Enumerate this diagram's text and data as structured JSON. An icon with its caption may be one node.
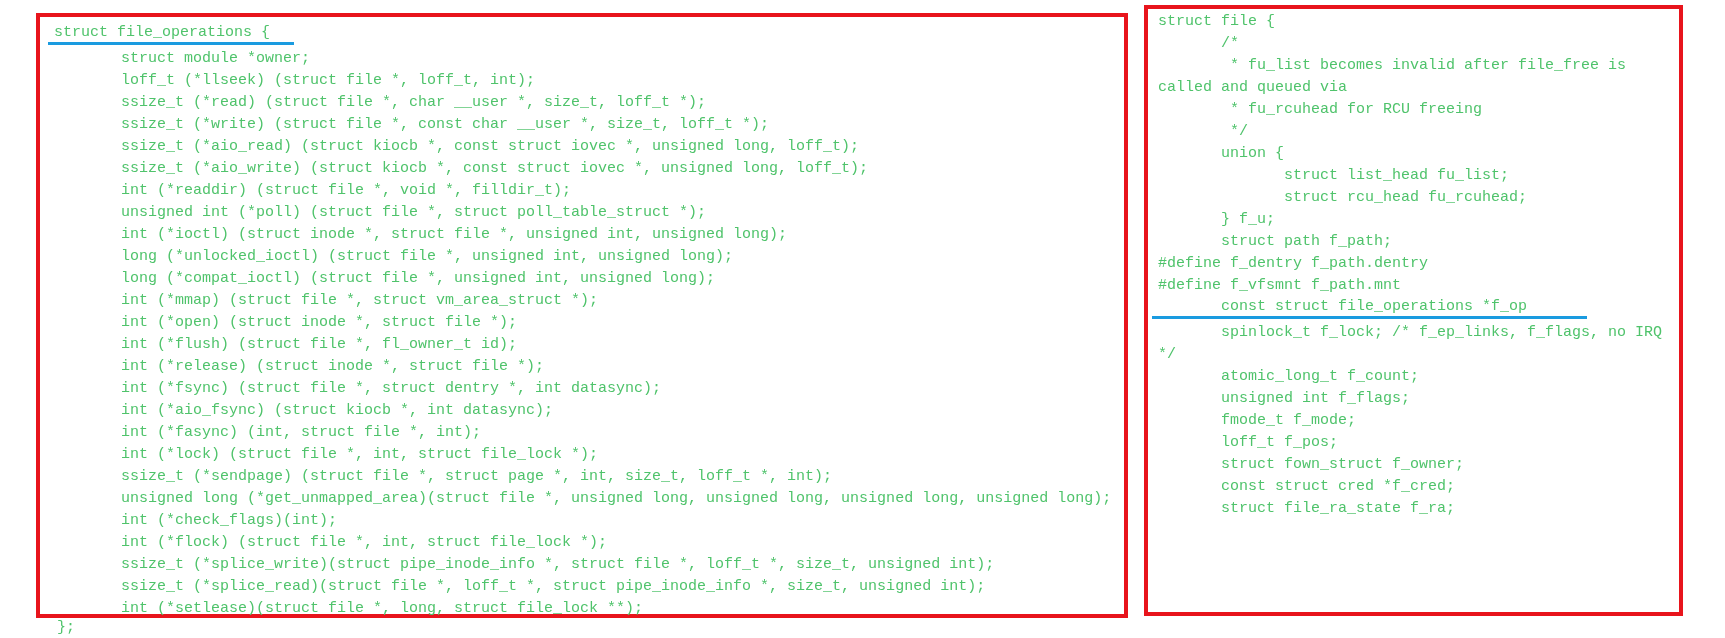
{
  "diagram": {
    "nodes": [
      {
        "text": [
          "struct file_operations {",
          "struct module *owner;",
          "loff_t (*llseek) (struct file *, loff_t, int);",
          "ssize_t (*read) (struct file *, char __user *, size_t, loff_t *);",
          "ssize_t (*write) (struct file *, const char __user *, size_t, loff_t *);",
          "ssize_t (*aio_read) (struct kiocb *, const struct iovec *, unsigned long, loff_t);",
          "ssize_t (*aio_write) (struct kiocb *, const struct iovec *, unsigned long, loff_t);",
          "int (*readdir) (struct file *, void *, filldir_t);",
          "unsigned int (*poll) (struct file *, struct poll_table_struct *);",
          "int (*ioctl) (struct inode *, struct file *, unsigned int, unsigned long);",
          "long (*unlocked_ioctl) (struct file *, unsigned int, unsigned long);",
          "long (*compat_ioctl) (struct file *, unsigned int, unsigned long);",
          "int (*mmap) (struct file *, struct vm_area_struct *);",
          "int (*open) (struct inode *, struct file *);",
          "int (*flush) (struct file *, fl_owner_t id);",
          "int (*release) (struct inode *, struct file *);",
          "int (*fsync) (struct file *, struct dentry *, int datasync);",
          "int (*aio_fsync) (struct kiocb *, int datasync);",
          "int (*fasync) (int, struct file *, int);",
          "int (*lock) (struct file *, int, struct file_lock *);",
          "ssize_t (*sendpage) (struct file *, struct page *, int, size_t, loff_t *, int);",
          "unsigned long (*get_unmapped_area)(struct file *, unsigned long, unsigned long, unsigned long, unsigned long);",
          "int (*check_flags)(int);",
          "int (*flock) (struct file *, int, struct file_lock *);",
          "ssize_t (*splice_write)(struct pipe_inode_info *, struct file *, loff_t *, size_t, unsigned int);",
          "ssize_t (*splice_read)(struct file *, loff_t *, struct pipe_inode_info *, size_t, unsigned int);",
          "int (*setlease)(struct file *, long, struct file_lock **);"
        ],
        "beside": [
          "};"
        ]
      },
      {
        "text": [
          "struct file {",
          "/*",
          "* fu_list becomes invalid after file_free is called and queued via",
          "* fu_rcuhead for RCU freeing",
          "*/",
          "union {",
          "struct list_head fu_list;",
          "struct rcu_head fu_rcuhead;",
          "} f_u;",
          "struct path f_path;",
          "#define f_dentry f_path.dentry",
          "#define f_vfsmnt f_path.mnt",
          "const struct file_operations *f_op",
          "spinlock_t f_lock; /* f_ep_links, f_flags, no IRQ */",
          "atomic_long_t f_count;",
          "unsigned int f_flags;",
          "fmode_t f_mode;",
          "loff_t f_pos;",
          "struct fown_struct f_owner;",
          "const struct cred *f_cred;",
          "struct file_ra_state f_ra;"
        ]
      }
    ]
  }
}
